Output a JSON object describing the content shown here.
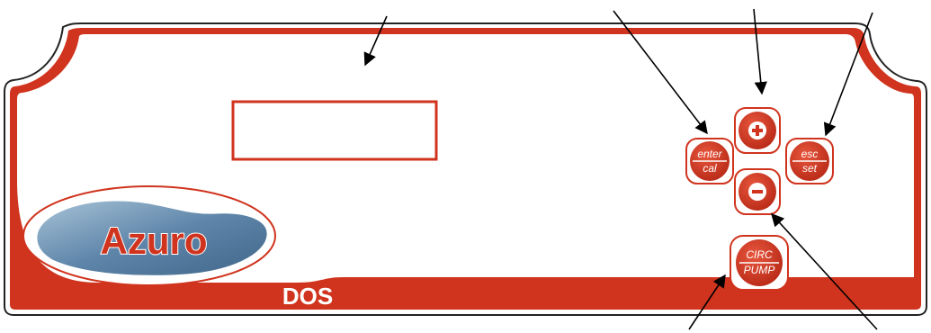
{
  "brand": {
    "logo_text": "Azuro",
    "model": "DOS"
  },
  "colors": {
    "panel_red": "#d0341e",
    "panel_fill": "#ffffff",
    "outline": "#222222",
    "water_blue": "#5f86aa",
    "logo_text": "#d0341e"
  },
  "keys": {
    "enter": {
      "top": "enter",
      "bottom": "cal"
    },
    "esc": {
      "top": "esc",
      "bottom": "set"
    },
    "up": {
      "icon": "plus-icon"
    },
    "down": {
      "icon": "minus-icon"
    },
    "pump": {
      "top": "CIRC",
      "bottom": "PUMP"
    }
  },
  "display": {
    "text": ""
  }
}
